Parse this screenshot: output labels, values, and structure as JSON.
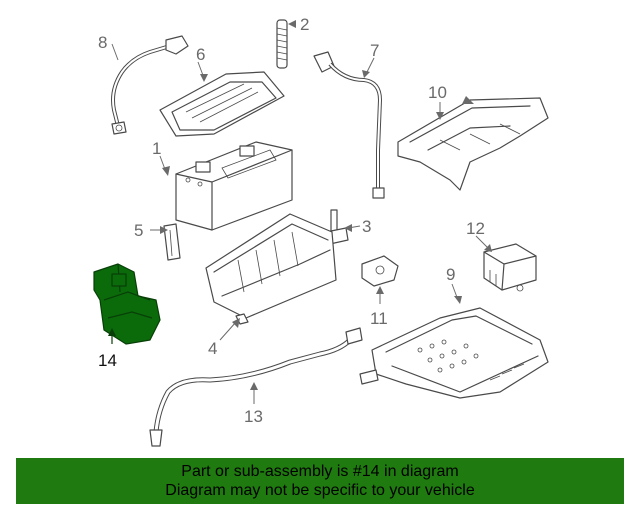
{
  "callouts": {
    "n1": "1",
    "n2": "2",
    "n3": "3",
    "n4": "4",
    "n5": "5",
    "n6": "6",
    "n7": "7",
    "n8": "8",
    "n9": "9",
    "n10": "10",
    "n11": "11",
    "n12": "12",
    "n13": "13",
    "n14": "14"
  },
  "banner": {
    "line1": "Part or sub-assembly is #14 in diagram",
    "line2": "Diagram may not be specific to your vehicle",
    "color": "#1f7a0f"
  },
  "highlight_color": "#0b6b0b"
}
